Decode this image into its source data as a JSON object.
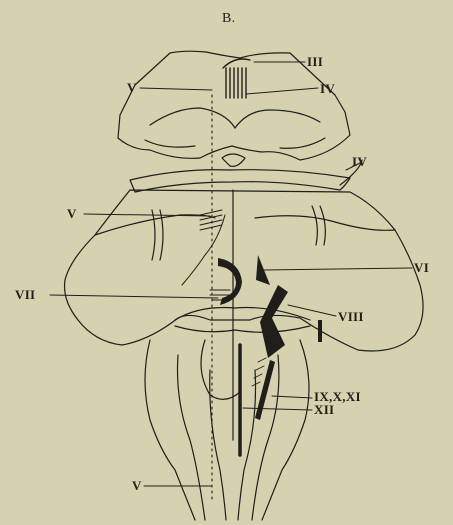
{
  "figure": {
    "title": "B.",
    "labels": {
      "iii": "III",
      "v_top": "V",
      "iv_upper": "IV",
      "iv_lower": "IV",
      "v_mid": "V",
      "vi": "VI",
      "vii": "VII",
      "viii": "VIII",
      "ix_x_xi": "IX,X,XI",
      "xii": "XII",
      "v_bottom": "V"
    },
    "colors": {
      "background": "#d6d2b0",
      "ink": "#1f1e1a"
    }
  }
}
